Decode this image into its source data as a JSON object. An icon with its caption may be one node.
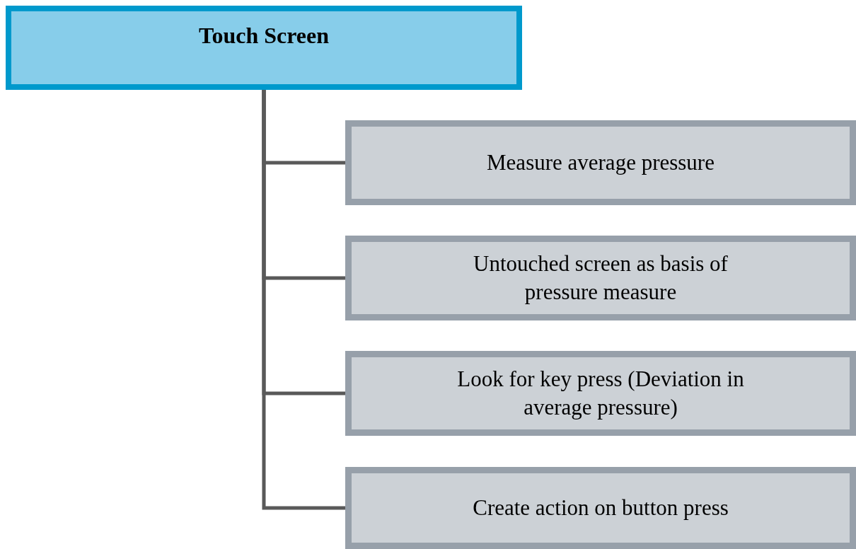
{
  "diagram": {
    "nodes": [
      {
        "text": [
          "Touch Screen"
        ]
      },
      {
        "text": [
          "Measure average pressure"
        ]
      },
      {
        "text": [
          "Untouched screen as basis of pressure measure"
        ]
      },
      {
        "text": [
          "Look for key press (Deviation in average pressure)"
        ]
      },
      {
        "text": [
          "Create action on button press"
        ]
      }
    ],
    "edges": [
      {
        "from": 0,
        "to": 1,
        "arrow": "none"
      },
      {
        "from": 0,
        "to": 2,
        "arrow": "none"
      },
      {
        "from": 0,
        "to": 3,
        "arrow": "none"
      },
      {
        "from": 0,
        "to": 4,
        "arrow": "none"
      }
    ]
  }
}
